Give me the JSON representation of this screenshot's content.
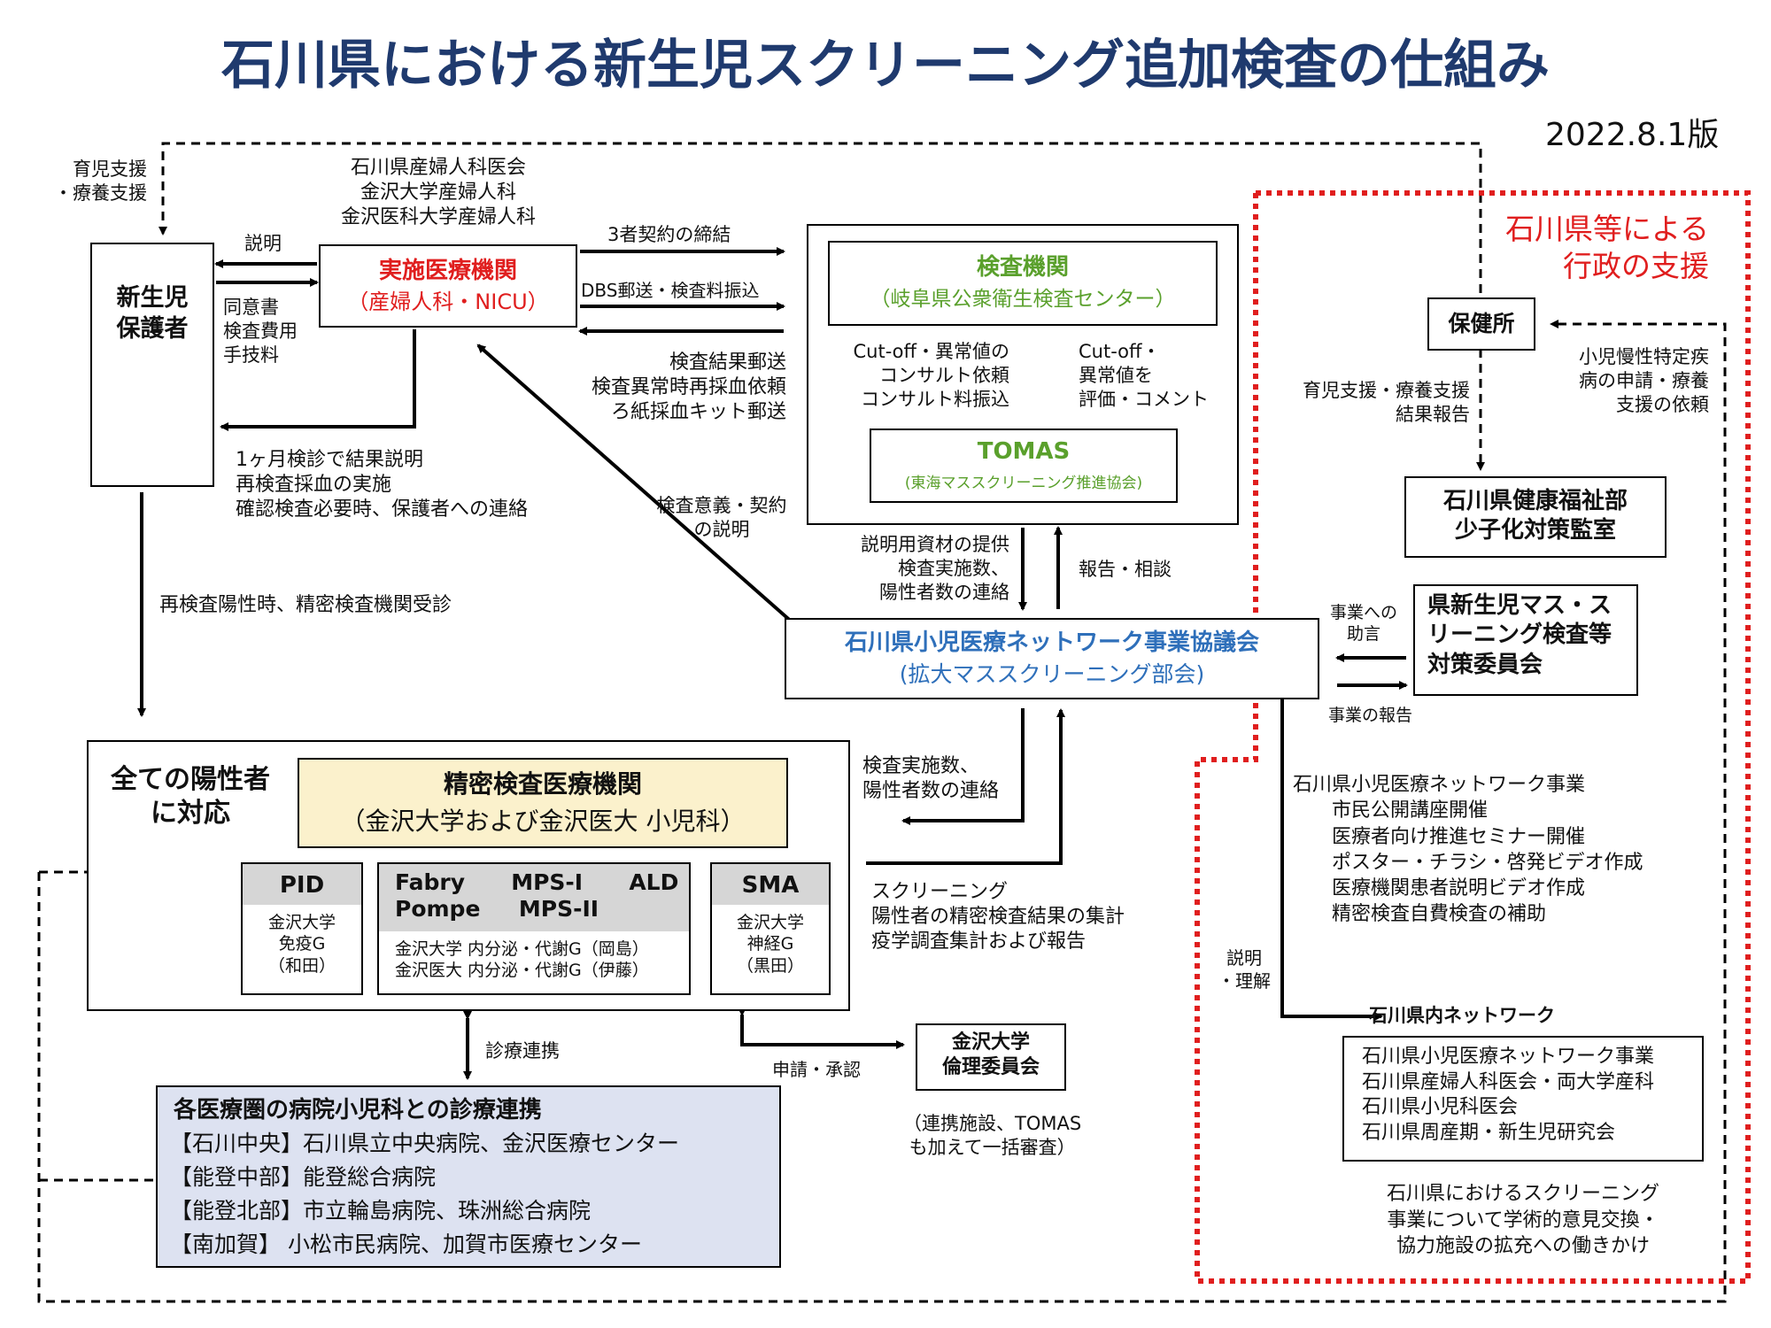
{
  "title": "石川県における新生児スクリーニング追加検査の仕組み",
  "version": "2022.8.1版",
  "colors": {
    "title": "#1f3a6e",
    "red": "#e01e1e",
    "green": "#5aa02c",
    "blue": "#2e6fba",
    "cream": "#fbf1cc",
    "lavender": "#dde2f1",
    "gray": "#d6d6d6"
  },
  "nodes": {
    "guardian": "新生児\n保護者",
    "hospital_org": "石川県産婦人科医会\n金沢大学産婦人科\n金沢医科大学産婦人科",
    "implementing": {
      "title": "実施医療機関",
      "sub": "（産婦人科・NICU）"
    },
    "lab": {
      "title": "検査機関",
      "sub": "（岐阜県公衆衛生検査センター）"
    },
    "tomas": {
      "title": "TOMAS",
      "sub": "(東海マススクリーニング推進協会)"
    },
    "council": {
      "title": "石川県小児医療ネットワーク事業協議会",
      "sub": "(拡大マススクリーニング部会)"
    },
    "all_positive": "全ての陽性者\nに対応",
    "precision": {
      "title": "精密検査医療機関",
      "sub": "（金沢大学および金沢医大 小児科）"
    },
    "pid": {
      "title": "PID",
      "body": "金沢大学\n免疫G\n（和田）"
    },
    "fabry": {
      "title": "Fabry      MPS-I      ALD\nPompe     MPS-II",
      "body": "金沢大学 内分泌・代謝G（岡島）\n金沢医大 内分泌・代謝G（伊藤）"
    },
    "sma": {
      "title": "SMA",
      "body": "金沢大学\n神経G\n（黒田）"
    },
    "regional": {
      "title": "各医療圏の病院小児科との診療連携",
      "lines": [
        "【石川中央】石川県立中央病院、金沢医療センター",
        "【能登中部】能登総合病院",
        "【能登北部】市立輪島病院、珠洲総合病院",
        "【南加賀】 小松市民病院、加賀市医療センター"
      ]
    },
    "ethics": "金沢大学\n倫理委員会",
    "ethics_note": "（連携施設、TOMAS\n も加えて一括審査）",
    "admin_label": "石川県等による\n行政の支援",
    "health_center": "保健所",
    "welfare": "石川県健康福祉部\n少子化対策監室",
    "committee": "県新生児マス・ス\nリーニング検査等\n対策委員会",
    "network_title": "石川県内ネットワーク",
    "network_list": "石川県小児医療ネットワーク事業\n石川県産婦人科医会・両大学産科\n石川県小児科医会\n石川県周産期・新生児研究会",
    "network_note": "石川県におけるスクリーニング\n事業について学術的意見交換・\n協力施設の拡充への働きかけ",
    "project_list": "石川県小児医療ネットワーク事業\n　　市民公開講座開催\n　　医療者向け推進セミナー開催\n　　ポスター・チラシ・啓発ビデオ作成\n　　医療機関患者説明ビデオ作成\n　　精密検査自費検査の補助"
  },
  "labels": {
    "ikuji": "育児支援\n・療養支援",
    "setsumei": "説明",
    "consent": "同意書\n検査費用\n手技料",
    "results_1m": "1ヶ月検診で結果説明\n再検査採血の実施\n確認検査必要時、保護者への連絡",
    "retest": "再検査陽性時、精密検査機関受診",
    "contract3": "3者契約の締結",
    "dbs": "DBS郵送・検査料振込",
    "result_mail": "検査結果郵送\n検査異常時再採血依頼\nろ紙採血キット郵送",
    "cutoff_consult": "Cut-off・異常値の\nコンサルト依頼\nコンサルト料振込",
    "cutoff_eval": "Cut-off・\n異常値を\n評価・コメント",
    "explain_contract": "検査意義・契約\nの説明",
    "materials": "説明用資材の提供\n検査実施数、\n陽性者数の連絡",
    "report_consult": "報告・相談",
    "count_report": "検査実施数、\n陽性者数の連絡",
    "screening_sum": "スクリーニング\n陽性者の精密検査結果の集計\n疫学調査集計および報告",
    "shinryo": "診療連携",
    "shinsei": "申請・承認",
    "ikuji_report": "育児支援・療養支援\n結果報告",
    "chronic": "小児慢性特定疾\n病の申請・療養\n支援の依頼",
    "advice": "事業への\n助言",
    "proj_report": "事業の報告",
    "understand": "説明\n・理解"
  }
}
